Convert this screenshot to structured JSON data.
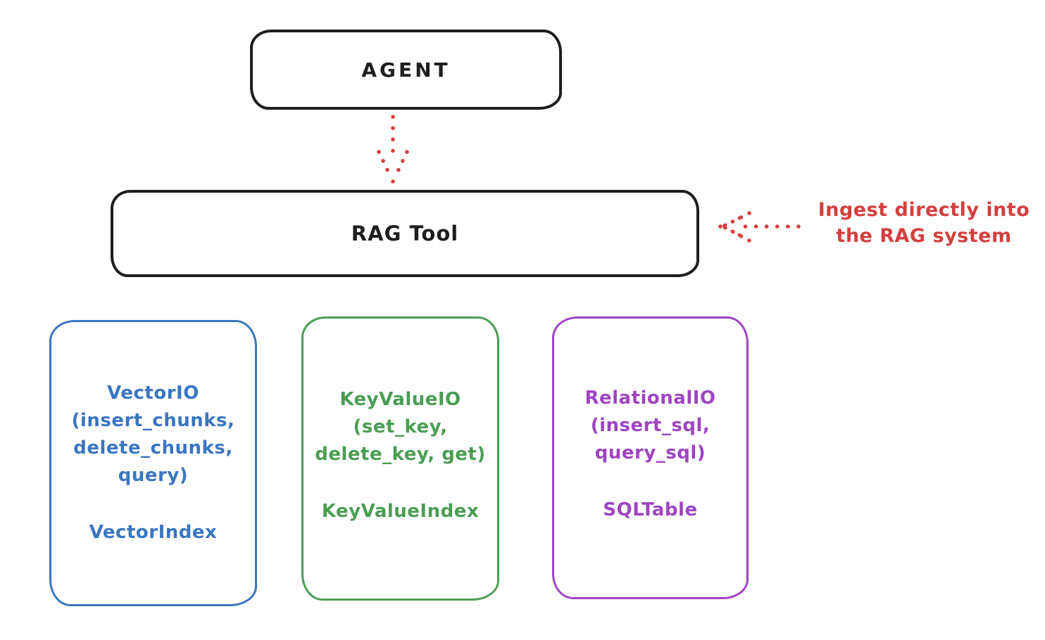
{
  "diagram": {
    "agent": {
      "label": "AGENT"
    },
    "rag_tool": {
      "label": "RAG Tool"
    },
    "annotation": {
      "line1": "Ingest directly into",
      "line2": "the RAG system"
    },
    "arrows": [
      {
        "name": "agent-to-rag-tool",
        "style": "dotted",
        "color": "#d33f3f",
        "direction": "down"
      },
      {
        "name": "annotation-to-rag-tool",
        "style": "dotted",
        "color": "#d33f3f",
        "direction": "left"
      }
    ],
    "backends": [
      {
        "id": "vector",
        "color": "#3a76c0",
        "lines": [
          "VectorIO",
          "(insert_chunks,",
          "delete_chunks,",
          "query)"
        ],
        "index_label": "VectorIndex"
      },
      {
        "id": "keyvalue",
        "color": "#4a9d53",
        "lines": [
          "KeyValueIO",
          "(set_key,",
          "delete_key, get)"
        ],
        "index_label": "KeyValueIndex"
      },
      {
        "id": "relational",
        "color": "#9e44c1",
        "lines": [
          "RelationalIO",
          "(insert_sql,",
          "query_sql)"
        ],
        "index_label": "SQLTable"
      }
    ],
    "colors": {
      "ink": "#1e1e1e",
      "accent_red": "#d33f3f",
      "vector_blue": "#3a76c0",
      "keyvalue_green": "#4a9d53",
      "relational_purple": "#9e44c1",
      "background": "#ffffff"
    }
  }
}
